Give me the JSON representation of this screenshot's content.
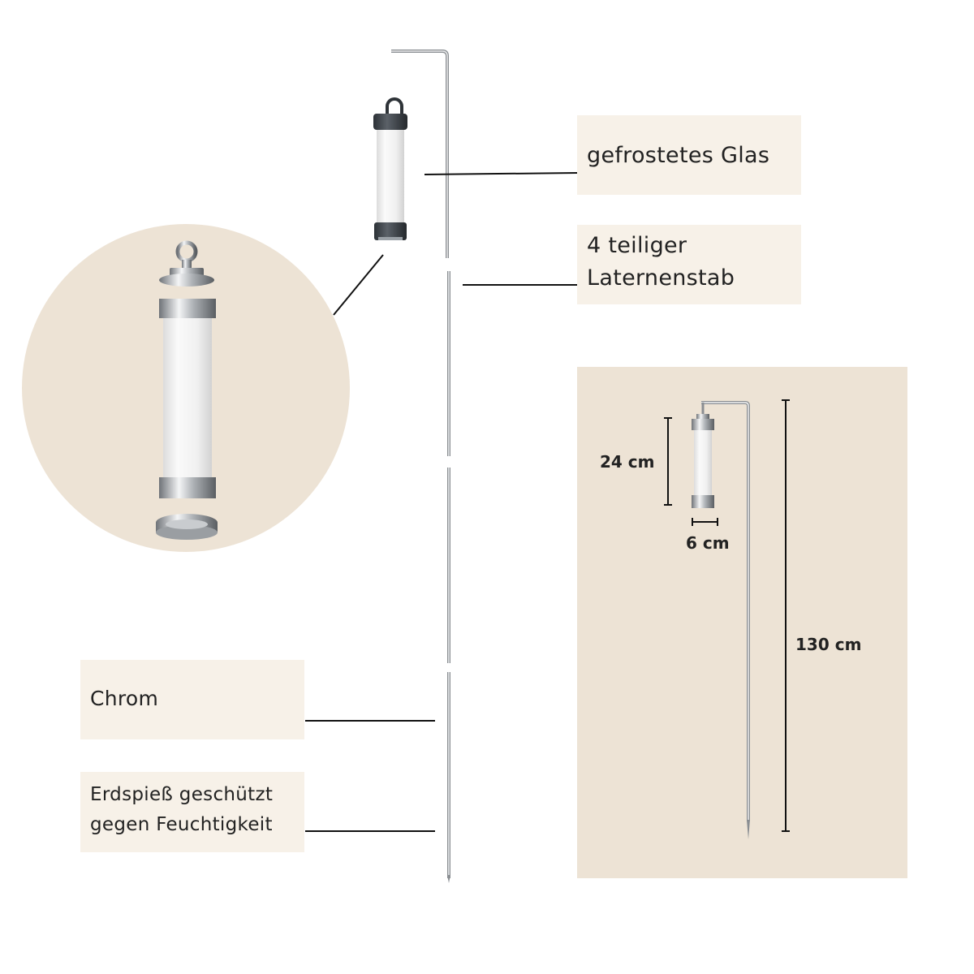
{
  "labels": {
    "glass": "gefrostetes Glas",
    "rod_line1": "4 teiliger",
    "rod_line2": "Laternenstab",
    "chrome": "Chrom",
    "spike_line1": "Erdspieß geschützt",
    "spike_line2": "gegen Feuchtigkeit"
  },
  "dimensions": {
    "height_lantern": "24 cm",
    "width_lantern": "6 cm",
    "height_total": "130 cm"
  },
  "colors": {
    "label_bg": "#f7f1e8",
    "circle_bg": "#ede3d5",
    "panel_bg": "#ede3d5",
    "line": "#111111"
  }
}
